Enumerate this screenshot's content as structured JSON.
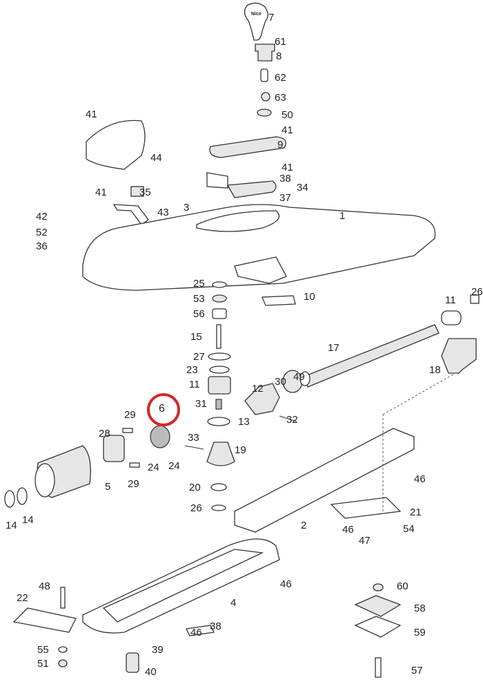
{
  "diagram": {
    "title": "Exploded parts view of swing gate operator",
    "logo_text": "Nice",
    "highlighted_part": "6",
    "highlight_color": "#d62828",
    "part_labels": [
      "7",
      "61",
      "8",
      "62",
      "63",
      "50",
      "41",
      "9",
      "41",
      "44",
      "41",
      "38",
      "34",
      "37",
      "41",
      "35",
      "43",
      "3",
      "1",
      "42",
      "52",
      "36",
      "25",
      "53",
      "56",
      "10",
      "11",
      "26",
      "15",
      "17",
      "27",
      "23",
      "11",
      "49",
      "30",
      "12",
      "18",
      "31",
      "13",
      "32",
      "6",
      "29",
      "28",
      "33",
      "19",
      "24",
      "24",
      "29",
      "5",
      "46",
      "20",
      "21",
      "26",
      "14",
      "14",
      "2",
      "46",
      "54",
      "47",
      "48",
      "60",
      "46",
      "4",
      "58",
      "22",
      "38",
      "46",
      "59",
      "55",
      "39",
      "51",
      "40",
      "57"
    ]
  }
}
